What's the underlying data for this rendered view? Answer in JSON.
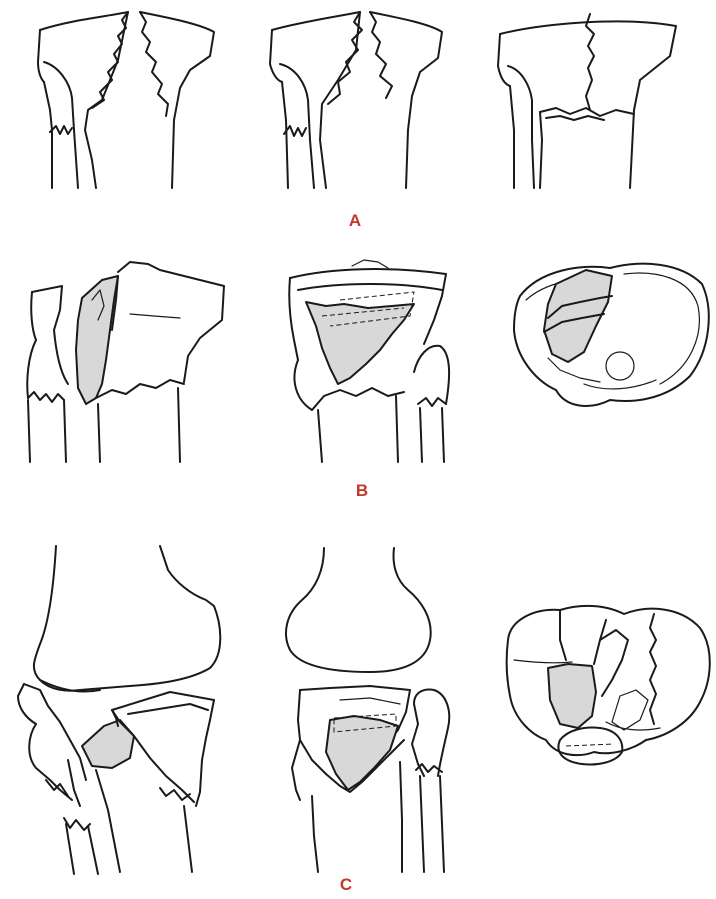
{
  "panels": [
    {
      "label": "A"
    },
    {
      "label": "B"
    },
    {
      "label": "C"
    }
  ],
  "colors": {
    "label": "#c0392b",
    "ink": "#1a1a1a",
    "fragment_shading": "#d8d8d8",
    "background": "#ffffff"
  }
}
